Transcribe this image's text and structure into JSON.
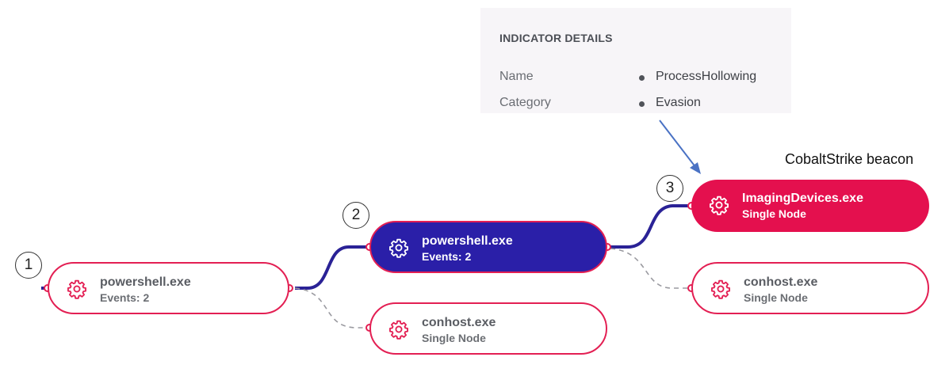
{
  "indicator_panel": {
    "header": "INDICATOR DETAILS",
    "rows": [
      {
        "key": "Name",
        "value": "ProcessHollowing"
      },
      {
        "key": "Category",
        "value": "Evasion"
      }
    ]
  },
  "annotation": "CobaltStrike beacon",
  "step_labels": [
    "1",
    "2",
    "3"
  ],
  "nodes": [
    {
      "title": "powershell.exe",
      "sub": "Events: 2",
      "state": "normal",
      "icon": "gear-icon"
    },
    {
      "title": "conhost.exe",
      "sub": "Single Node",
      "state": "normal",
      "icon": "gear-icon"
    },
    {
      "title": "powershell.exe",
      "sub": "Events: 2",
      "state": "selected",
      "icon": "gear-icon"
    },
    {
      "title": "ImagingDevices.exe",
      "sub": "Single Node",
      "state": "alert",
      "icon": "gear-icon"
    },
    {
      "title": "conhost.exe",
      "sub": "Single Node",
      "state": "normal",
      "icon": "gear-icon"
    }
  ],
  "colors": {
    "node_border": "#e31f53",
    "selected_fill": "#2a1fa8",
    "alert_fill": "#e4104e",
    "connector": "#2a2296",
    "dashed_connector": "#9a9aa0",
    "arrow": "#4a72c4"
  }
}
